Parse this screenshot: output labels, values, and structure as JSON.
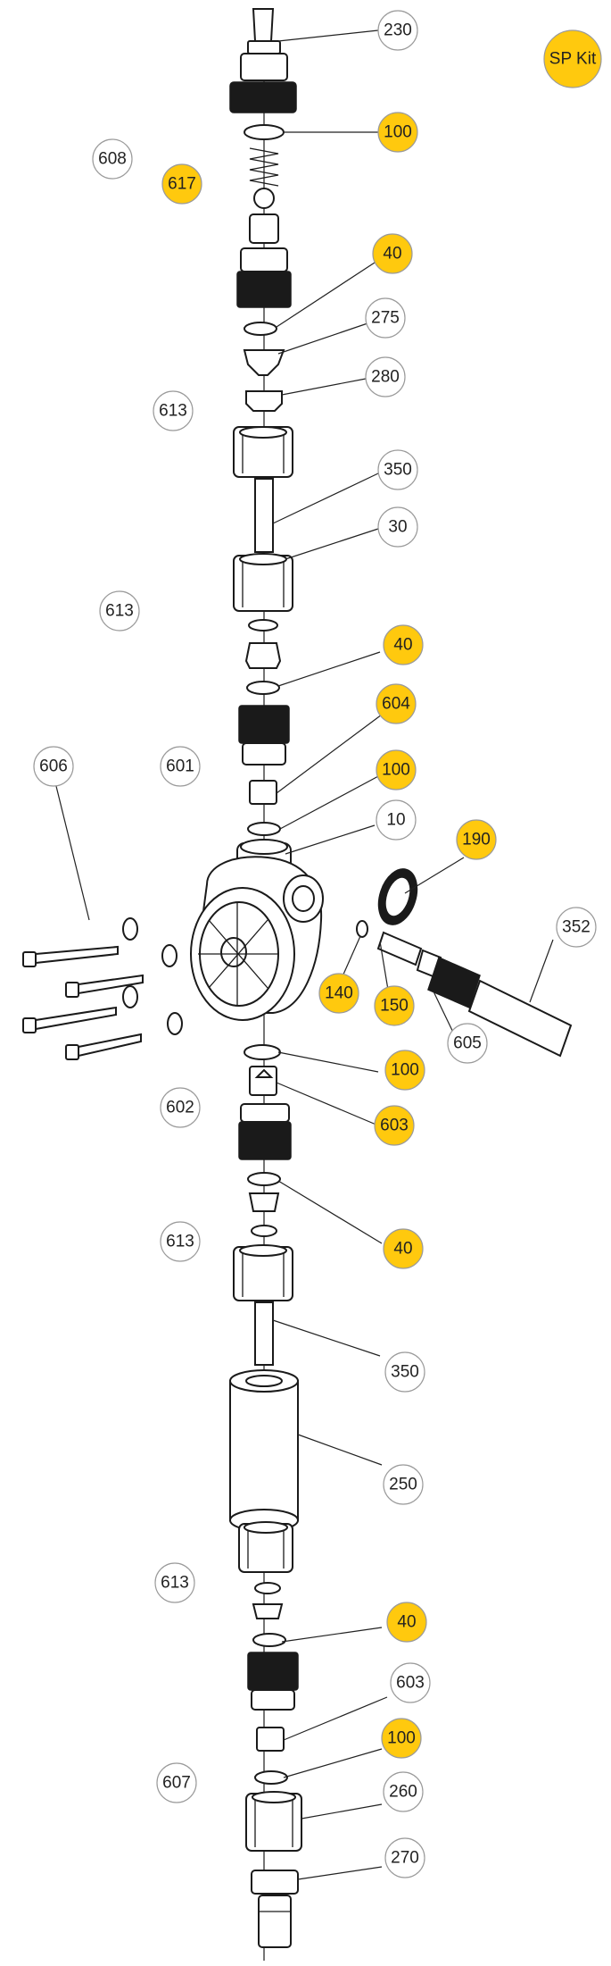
{
  "colors": {
    "kit_fill": "#FFC90E",
    "plain_fill": "#FFFFFF",
    "outline": "#9A9A9A",
    "line": "#1A1A1A"
  },
  "legend": {
    "text": "SP Kit",
    "kit": true
  },
  "balloons": [
    {
      "id": "b230",
      "text": "230",
      "kit": false
    },
    {
      "id": "b100a",
      "text": "100",
      "kit": true
    },
    {
      "id": "b608",
      "text": "608",
      "kit": false
    },
    {
      "id": "b617",
      "text": "617",
      "kit": true
    },
    {
      "id": "b40a",
      "text": "40",
      "kit": true
    },
    {
      "id": "b275",
      "text": "275",
      "kit": false
    },
    {
      "id": "b280",
      "text": "280",
      "kit": false
    },
    {
      "id": "b613a",
      "text": "613",
      "kit": false
    },
    {
      "id": "b350a",
      "text": "350",
      "kit": false
    },
    {
      "id": "b30",
      "text": "30",
      "kit": false
    },
    {
      "id": "b613b",
      "text": "613",
      "kit": false
    },
    {
      "id": "b40b",
      "text": "40",
      "kit": true
    },
    {
      "id": "b604",
      "text": "604",
      "kit": true
    },
    {
      "id": "b606",
      "text": "606",
      "kit": false
    },
    {
      "id": "b601",
      "text": "601",
      "kit": false
    },
    {
      "id": "b100b",
      "text": "100",
      "kit": true
    },
    {
      "id": "b10",
      "text": "10",
      "kit": false
    },
    {
      "id": "b190",
      "text": "190",
      "kit": true
    },
    {
      "id": "b352",
      "text": "352",
      "kit": false
    },
    {
      "id": "b140",
      "text": "140",
      "kit": true
    },
    {
      "id": "b150",
      "text": "150",
      "kit": true
    },
    {
      "id": "b605",
      "text": "605",
      "kit": false
    },
    {
      "id": "b100c",
      "text": "100",
      "kit": true
    },
    {
      "id": "b602",
      "text": "602",
      "kit": false
    },
    {
      "id": "b603a",
      "text": "603",
      "kit": true
    },
    {
      "id": "b613c",
      "text": "613",
      "kit": false
    },
    {
      "id": "b40c",
      "text": "40",
      "kit": true
    },
    {
      "id": "b350b",
      "text": "350",
      "kit": false
    },
    {
      "id": "b250",
      "text": "250",
      "kit": false
    },
    {
      "id": "b613d",
      "text": "613",
      "kit": false
    },
    {
      "id": "b40d",
      "text": "40",
      "kit": true
    },
    {
      "id": "b603b",
      "text": "603",
      "kit": false
    },
    {
      "id": "b100d",
      "text": "100",
      "kit": true
    },
    {
      "id": "b607",
      "text": "607",
      "kit": false
    },
    {
      "id": "b260",
      "text": "260",
      "kit": false
    },
    {
      "id": "b270",
      "text": "270",
      "kit": false
    }
  ]
}
